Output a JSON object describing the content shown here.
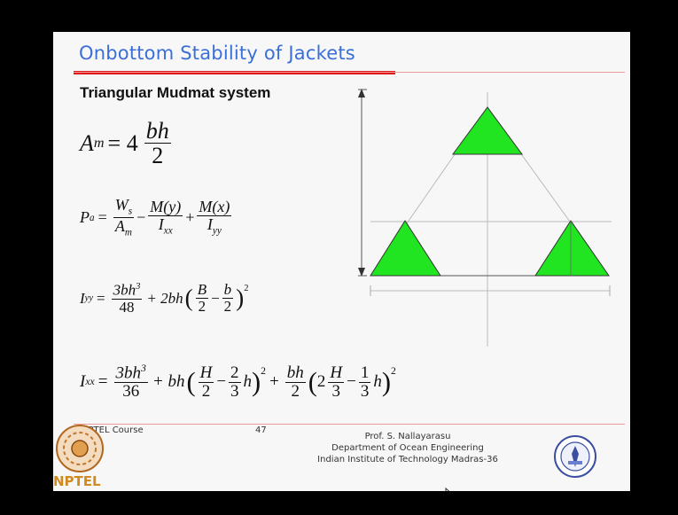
{
  "slide": {
    "title": "Onbottom Stability of Jackets",
    "subtitle": "Triangular Mudmat system"
  },
  "equations": {
    "area": {
      "lhs": "A",
      "lhs_sub": "m",
      "eq": "= 4",
      "num": "bh",
      "den": "2"
    },
    "pressure": {
      "lhs": "P",
      "lhs_sub": "a",
      "eq": "=",
      "t1_num": "W",
      "t1_num_sub": "s",
      "t1_den": "A",
      "t1_den_sub": "m",
      "op1": "−",
      "t2_num": "M(y)",
      "t2_den": "I",
      "t2_den_sub": "xx",
      "op2": "+",
      "t3_num": "M(x)",
      "t3_den": "I",
      "t3_den_sub": "yy"
    },
    "iyy": {
      "lhs": "I",
      "lhs_sub": "yy",
      "eq": "=",
      "t1_num": "3bh",
      "t1_num_sup": "3",
      "t1_den": "48",
      "plus": "+ 2bh",
      "a_num": "B",
      "a_den": "2",
      "minus": "−",
      "b_num": "b",
      "b_den": "2",
      "exp": "2"
    },
    "ixx": {
      "lhs": "I",
      "lhs_sub": "xx",
      "eq": "=",
      "t1_num": "3bh",
      "t1_num_sup": "3",
      "t1_den": "36",
      "plus1": "+ bh",
      "a_num": "H",
      "a_den": "2",
      "minus": "−",
      "b_num": "2",
      "b_den": "3",
      "h": "h",
      "exp": "2",
      "plus2": "+",
      "c_num": "bh",
      "c_den": "2",
      "d_pre": "2",
      "d_num": "H",
      "d_den": "3",
      "minus2": "−",
      "e_num": "1",
      "e_den": "3",
      "h2": "h",
      "exp2": "2"
    }
  },
  "footer": {
    "course": "NPTEL Course",
    "page": "47",
    "author": "Prof. S. Nallayarasu",
    "department": "Department of Ocean Engineering",
    "institute": "Indian Institute of Technology Madras-36"
  },
  "logo": {
    "text": "NPTEL"
  },
  "colors": {
    "title": "#3a6fd8",
    "accent_bar": "#e01818",
    "mudmat_fill": "#22e522"
  }
}
